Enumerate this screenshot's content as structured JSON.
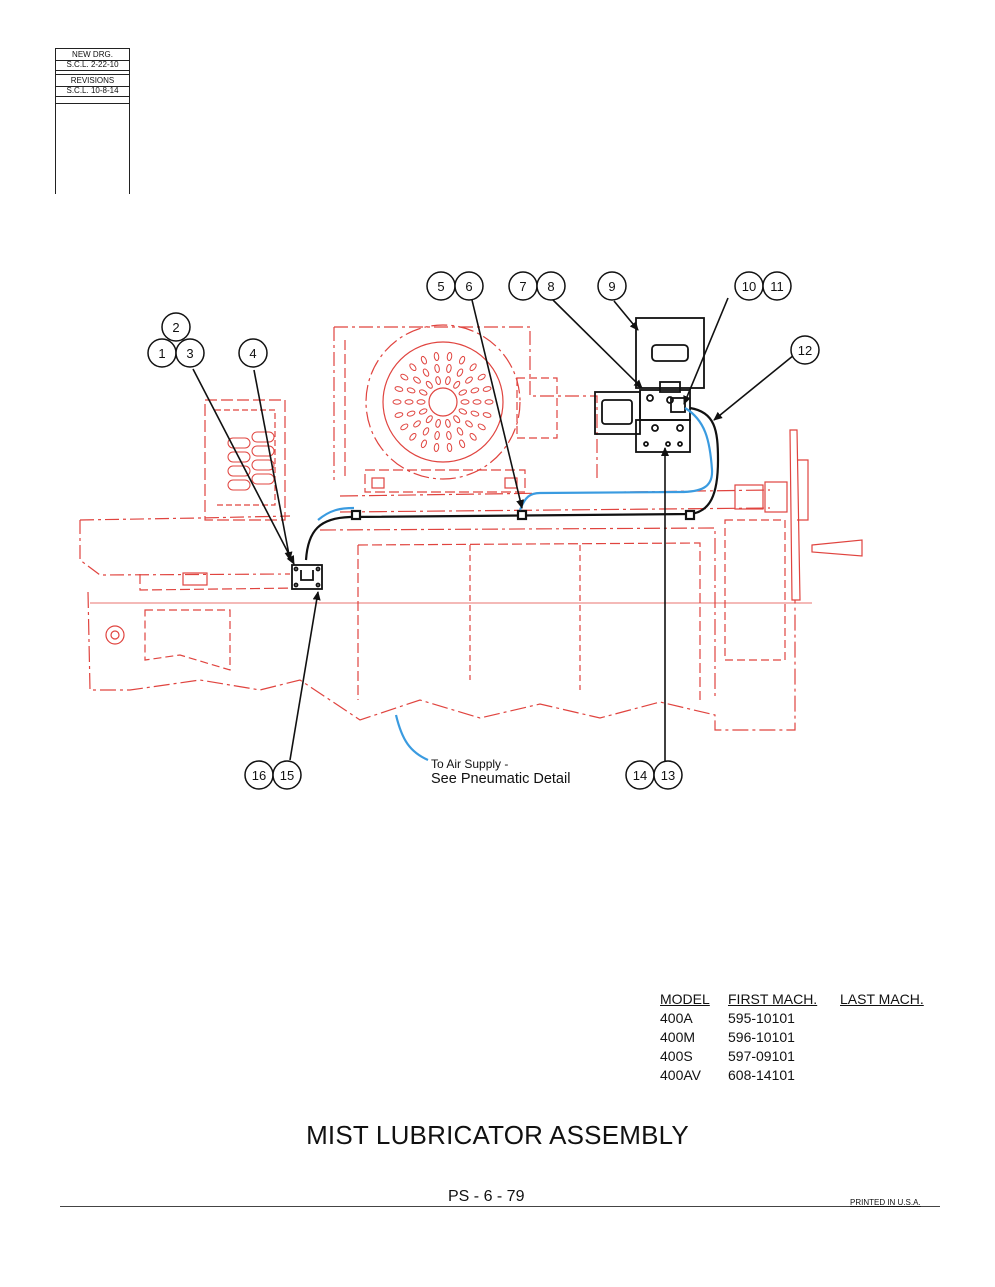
{
  "revision_block": {
    "rows": [
      "NEW DRG.",
      "S.C.L. 2-22-10",
      "REVISIONS",
      "S.C.L. 10-8-14"
    ]
  },
  "callouts": {
    "c56": [
      "5",
      "6"
    ],
    "c78": [
      "7",
      "8"
    ],
    "c9": [
      "9"
    ],
    "c1011": [
      "10",
      "11"
    ],
    "c12": [
      "12"
    ],
    "c2": [
      "2"
    ],
    "c13": [
      "1",
      "3"
    ],
    "c4": [
      "4"
    ],
    "c1615": [
      "16",
      "15"
    ],
    "c1413": [
      "14",
      "13"
    ]
  },
  "air_supply": {
    "line1": "To Air Supply -",
    "line2": "See Pneumatic Detail"
  },
  "model_table": {
    "headers": [
      "MODEL",
      "FIRST MACH.",
      "LAST MACH."
    ],
    "rows": [
      [
        "400A",
        "595-10101"
      ],
      [
        "400M",
        "596-10101"
      ],
      [
        "400S",
        "597-09101"
      ],
      [
        "400AV",
        "608-14101"
      ]
    ]
  },
  "title": "MIST LUBRICATOR ASSEMBLY",
  "page_number": "PS - 6 - 79",
  "printed": "PRINTED IN U.S.A.",
  "colors": {
    "machine_outline": "#e0443f",
    "air_line": "#3a9be0",
    "ink": "#111111"
  }
}
